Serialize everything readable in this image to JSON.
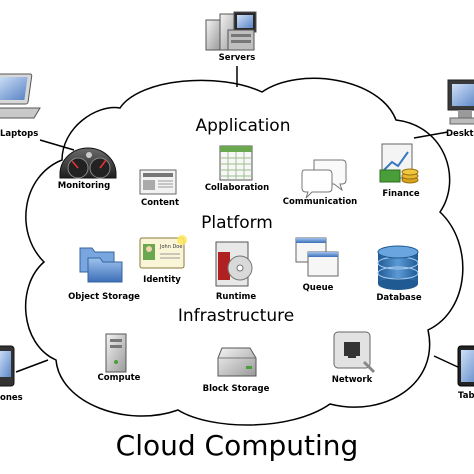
{
  "title": "Cloud Computing",
  "sections": {
    "application": "Application",
    "platform": "Platform",
    "infrastructure": "Infrastructure"
  },
  "clients": {
    "servers": "Servers",
    "laptops": "Laptops",
    "desktops": "Deskt",
    "phones": "ones",
    "tablets": "Tab"
  },
  "application_items": {
    "monitoring": "Monitoring",
    "content": "Content",
    "collaboration": "Collaboration",
    "communication": "Communication",
    "finance": "Finance"
  },
  "platform_items": {
    "identity": "Identity",
    "object_storage": "Object Storage",
    "runtime": "Runtime",
    "queue": "Queue",
    "database": "Database"
  },
  "infrastructure_items": {
    "compute": "Compute",
    "block_storage": "Block Storage",
    "network": "Network"
  },
  "identity_card_text": "John Doe",
  "icons": [
    "server-icon",
    "laptop-icon",
    "desktop-icon",
    "phone-icon",
    "tablet-icon",
    "gauge-icon",
    "newspaper-icon",
    "spreadsheet-icon",
    "chat-bubbles-icon",
    "finance-chart-icon",
    "id-card-icon",
    "folder-icon",
    "cd-box-icon",
    "windows-icon",
    "database-icon",
    "tower-icon",
    "hard-drive-icon",
    "ethernet-icon"
  ],
  "colors": {
    "line": "#000000",
    "folder": "#5a8fd6",
    "database": "#2f6fa8",
    "finance_green": "#4a9e3a",
    "gold": "#d8a420",
    "red": "#b02020"
  }
}
